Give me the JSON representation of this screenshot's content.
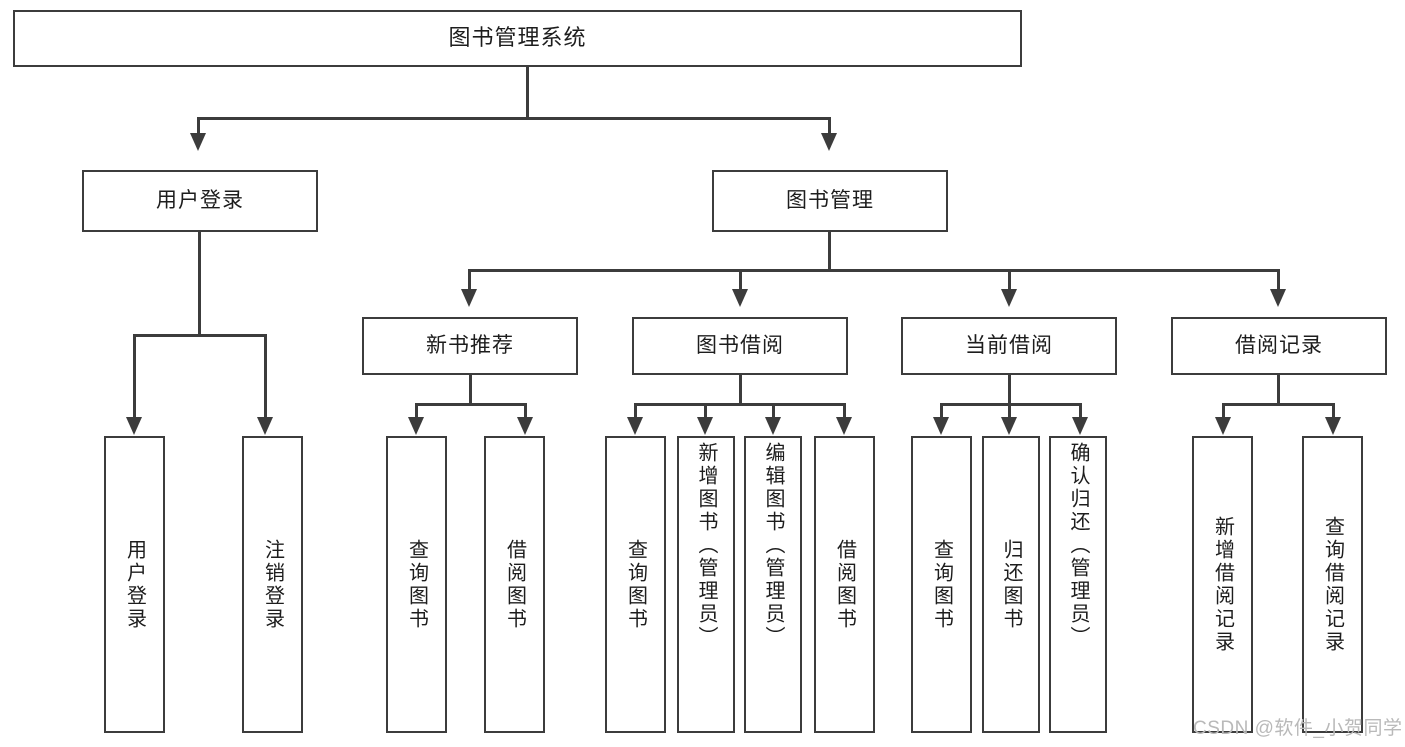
{
  "diagram": {
    "type": "tree",
    "title": "图书管理系统",
    "watermark": "CSDN @软件_小贺同学",
    "colors": {
      "box_border": "#3c3c3c",
      "box_fill": "#ffffff",
      "text": "#1d1d1d",
      "connector": "#3c3c3c",
      "watermark": "#b9b9b9"
    },
    "nodes": {
      "root": "图书管理系统",
      "level1": [
        "用户登录",
        "图书管理"
      ],
      "level2": [
        "新书推荐",
        "图书借阅",
        "当前借阅",
        "借阅记录"
      ],
      "leaves": {
        "user_login": [
          "用户登录",
          "注销登录"
        ],
        "new_book": [
          "查询图书",
          "借阅图书"
        ],
        "borrow": [
          "查询图书",
          "新增图书（管理员）",
          "编辑图书（管理员）",
          "借阅图书"
        ],
        "current": [
          "查询图书",
          "归还图书",
          "确认归还（管理员）"
        ],
        "records": [
          "新增借阅记录",
          "查询借阅记录"
        ]
      }
    }
  }
}
